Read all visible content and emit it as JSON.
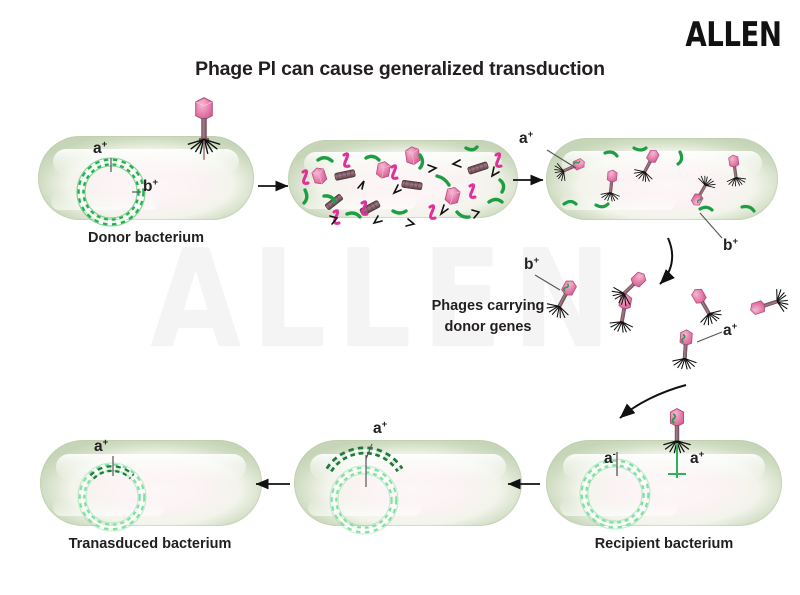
{
  "meta": {
    "logo_text": "ALLEN",
    "watermark_text": "ALLEN",
    "title": "Phage Pl can cause generalized transduction",
    "background_color": "#ffffff"
  },
  "colors": {
    "phage_head": "#e06a9e",
    "phage_head_light": "#f0a7c6",
    "phage_tail": "#8d6470",
    "tail_fiber": "#1a1a1a",
    "dna_donor_green": "#22b14c",
    "dna_recipient_green": "#7fe0a0",
    "dna_fragment_green": "#1e9e42",
    "rna_magenta": "#e0309a",
    "protein_rod": "#7a5560",
    "bacterium_edge": "#c6d5b8",
    "bacterium_fill": "#fbf3f4",
    "arrow": "#111111",
    "text": "#231f20",
    "watermark": "#f4f4f5"
  },
  "panels": {
    "donor": {
      "caption": "Donor bacterium",
      "gene_a": "a",
      "gene_a_sup": "+",
      "gene_b": "b",
      "gene_b_sup": "+",
      "dna_type": "circular-chromosome",
      "phage_attached": 1
    },
    "lysis": {
      "caption": "",
      "contents": "phage heads, tail tubes, tail fibers, fragmented host DNA",
      "phage_heads": 4,
      "tail_rods": 5,
      "dna_fragments": 12,
      "rna_squiggles": 8
    },
    "assembly": {
      "caption": "",
      "gene_a": "a",
      "gene_a_sup": "+",
      "gene_b": "b",
      "gene_b_sup": "+",
      "assembled_phages": 5
    },
    "free_phages": {
      "caption_line1": "Phages carrying",
      "caption_line2": "donor genes",
      "gene_a": "a",
      "gene_a_sup": "+",
      "gene_b": "b",
      "gene_b_sup": "+",
      "phage_count": 6
    },
    "recipient": {
      "caption": "Recipient bacterium",
      "gene_a_minus": "a",
      "gene_a_minus_sup": "-",
      "gene_a_plus": "a",
      "gene_a_plus_sup": "+",
      "dna_type": "circular-chromosome",
      "phage_injecting": 1
    },
    "recombination": {
      "caption": "",
      "gene_a": "a",
      "gene_a_sup": "+",
      "dna_type": "circular-chromosome-with-donor-fragment"
    },
    "transduced": {
      "caption": "Tranasduced bacterium",
      "gene_a": "a",
      "gene_a_sup": "+",
      "dna_type": "circular-chromosome-recombined"
    }
  },
  "arrows": [
    {
      "name": "donor-to-lysis",
      "kind": "straight",
      "direction": "right"
    },
    {
      "name": "lysis-to-assembly",
      "kind": "straight",
      "direction": "right"
    },
    {
      "name": "assembly-to-free",
      "kind": "curved",
      "direction": "down-left"
    },
    {
      "name": "free-to-recipient",
      "kind": "curved",
      "direction": "down-left"
    },
    {
      "name": "recipient-to-recomb",
      "kind": "straight",
      "direction": "left"
    },
    {
      "name": "recomb-to-transduced",
      "kind": "straight",
      "direction": "left"
    }
  ]
}
